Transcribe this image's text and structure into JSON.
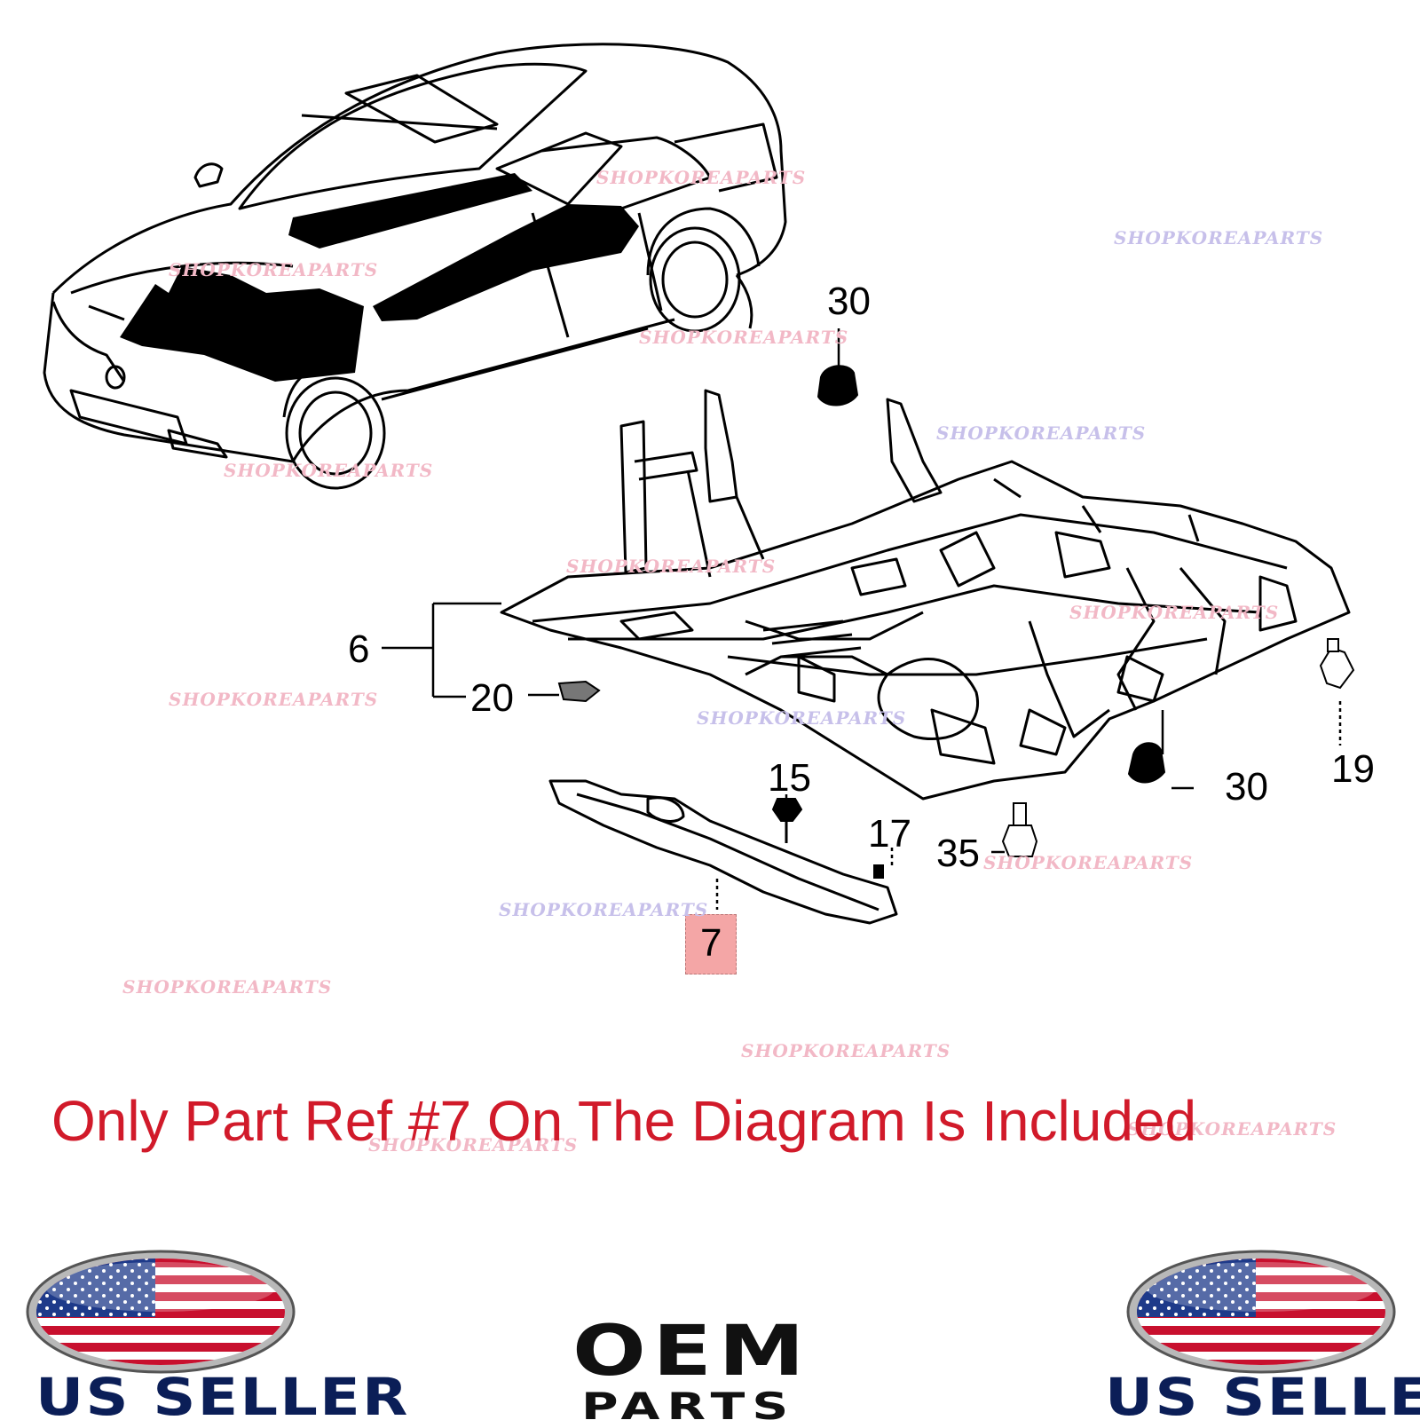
{
  "callouts": {
    "c30_top": "30",
    "c6": "6",
    "c20": "20",
    "c15": "15",
    "c17": "17",
    "c35": "35",
    "c7": "7",
    "c30_right": "30",
    "c19": "19"
  },
  "watermark_text": "SHOPKOREAPARTS",
  "watermark_colors": {
    "pink": "#f2b8c6",
    "blue": "#c7c0ea"
  },
  "notice": "Only Part Ref #7 On The Diagram Is Included",
  "notice_color": "#d11a2a",
  "highlight_color": "#f4a6a6",
  "badges": {
    "left_label": "US SELLER",
    "right_label": "US SELLER",
    "icon": "us-flag-oval-icon"
  },
  "logo": {
    "line1": "OEM",
    "line2": "PARTS"
  }
}
